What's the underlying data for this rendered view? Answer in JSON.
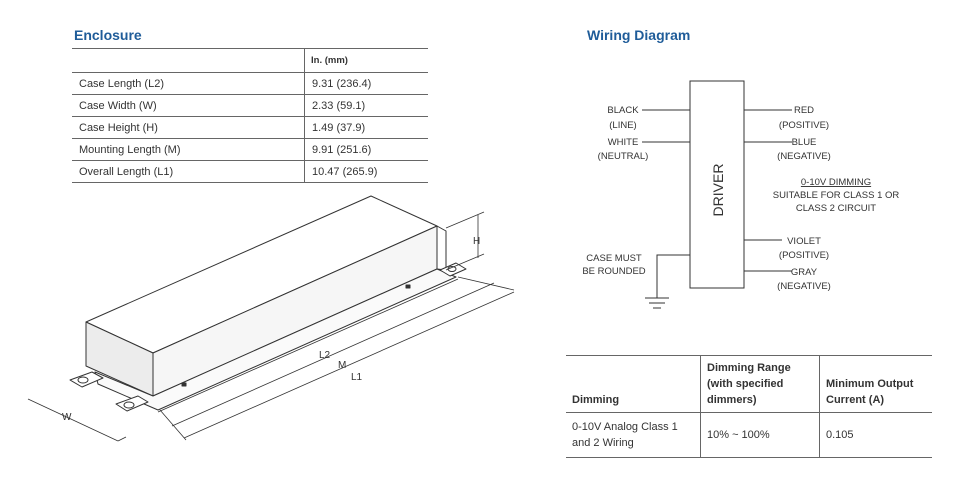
{
  "enclosure": {
    "title": "Enclosure",
    "unit_header": "In. (mm)",
    "rows": [
      {
        "label": "Case Length (L2)",
        "value": "9.31 (236.4)"
      },
      {
        "label": "Case Width (W)",
        "value": "2.33 (59.1)"
      },
      {
        "label": "Case Height (H)",
        "value": "1.49 (37.9)"
      },
      {
        "label": "Mounting Length (M)",
        "value": "9.91 (251.6)"
      },
      {
        "label": "Overall Length (L1)",
        "value": "10.47 (265.9)"
      }
    ],
    "drawing_labels": {
      "h": "H",
      "w": "W",
      "l2": "L2",
      "m": "M",
      "l1": "L1"
    }
  },
  "wiring": {
    "title": "Wiring Diagram",
    "driver_label": "DRIVER",
    "left": {
      "black": "BLACK",
      "black_sub": "(LINE)",
      "white": "WHITE",
      "white_sub": "(NEUTRAL)",
      "case1": "CASE MUST",
      "case2": "BE ROUNDED"
    },
    "right": {
      "red": "RED",
      "red_sub": "(POSITIVE)",
      "blue": "BLUE",
      "blue_sub": "(NEGATIVE)",
      "dim_title": "0-10V DIMMING",
      "dim_line1": "SUITABLE FOR CLASS 1 OR",
      "dim_line2": "CLASS 2 CIRCUIT",
      "violet": "VIOLET",
      "violet_sub": "(POSITIVE)",
      "gray": "GRAY",
      "gray_sub": "(NEGATIVE)"
    }
  },
  "dimming_table": {
    "headers": {
      "c1": "Dimming",
      "c2_l1": "Dimming Range",
      "c2_l2": "(with specified",
      "c2_l3": "dimmers)",
      "c3_l1": "Minimum Output",
      "c3_l2": "Current (A)"
    },
    "row": {
      "c1_l1": "0-10V Analog Class 1",
      "c1_l2": "and 2 Wiring",
      "c2": "10% ~ 100%",
      "c3": "0.105"
    }
  },
  "colors": {
    "heading": "#1f5c99",
    "text": "#333333",
    "rule": "#666666"
  }
}
